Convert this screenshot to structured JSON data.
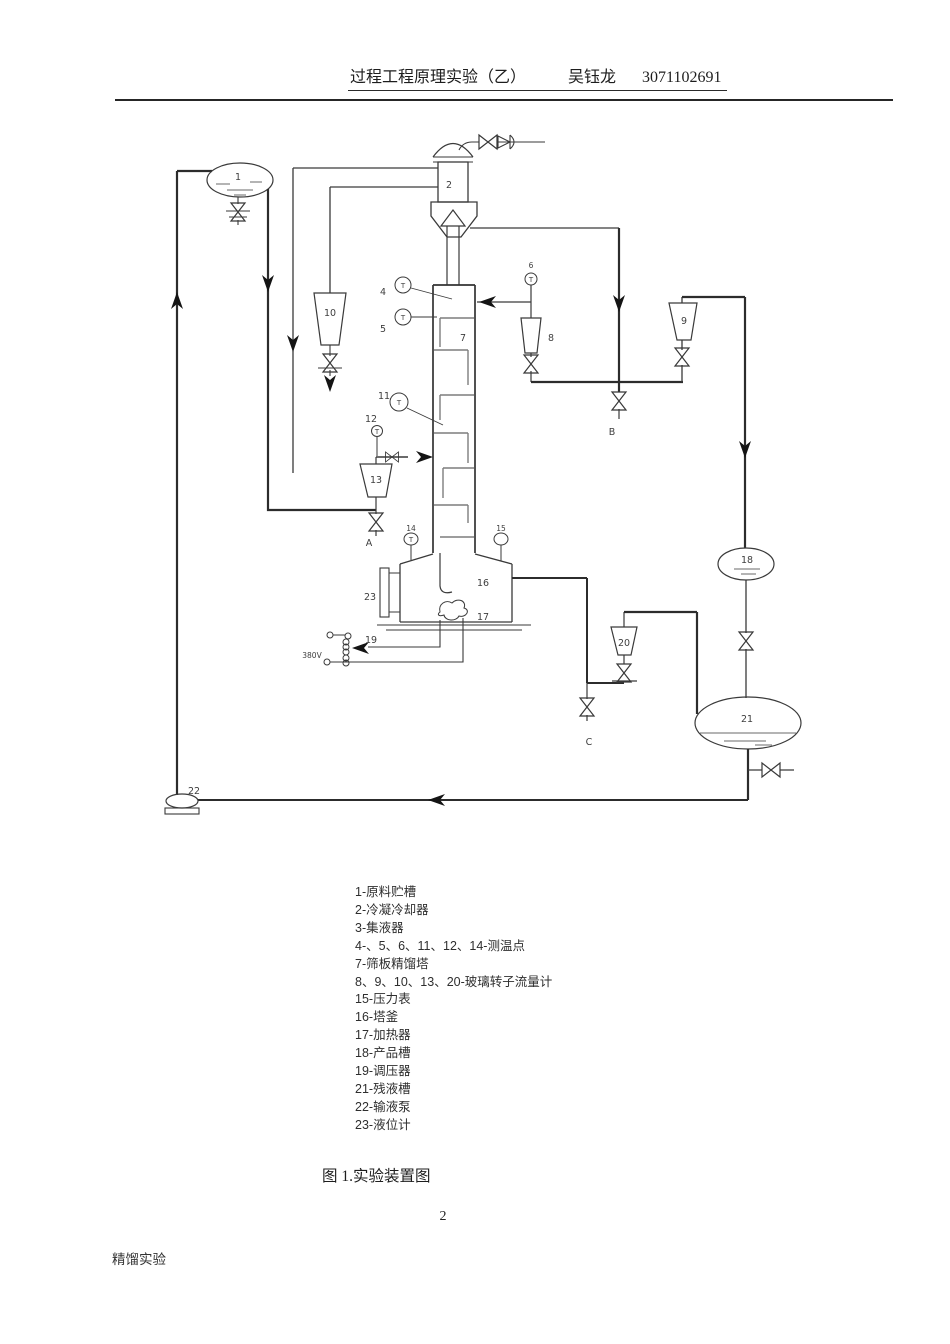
{
  "header": {
    "course": "过程工程原理实验（乙）",
    "student": "吴钰龙",
    "student_id": "3071102691"
  },
  "colors": {
    "label_teal": "#1fa0ad",
    "label_brown": "#8a5c28",
    "ink": "#2e2e2e"
  },
  "diagram": {
    "labels": {
      "n1": "1",
      "n2": "2",
      "n4": "4",
      "n5": "5",
      "n6": "6",
      "n7": "7",
      "n8": "8",
      "n9": "9",
      "n10": "10",
      "n11": "11",
      "n12": "12",
      "n13": "13",
      "n14": "14",
      "n15": "15",
      "n16": "16",
      "n17": "17",
      "n18": "18",
      "n19": "19",
      "n20": "20",
      "n21": "21",
      "n22": "22",
      "n23": "23",
      "pA": "A",
      "pB": "B",
      "pC": "C",
      "v380": "380V",
      "tT": "T"
    }
  },
  "legend": {
    "items": [
      "1-原料贮槽",
      "2-冷凝冷却器",
      "3-集液器",
      "4-、5、6、11、12、14-测温点",
      "7-筛板精馏塔",
      "8、9、10、13、20-玻璃转子流量计",
      "15-压力表",
      "16-塔釜",
      "17-加热器",
      "18-产品槽",
      "19-调压器",
      "21-残液槽",
      "22-输液泵",
      "23-液位计"
    ]
  },
  "caption": "图 1.实验装置图",
  "page_number": "2",
  "footer": "精馏实验"
}
